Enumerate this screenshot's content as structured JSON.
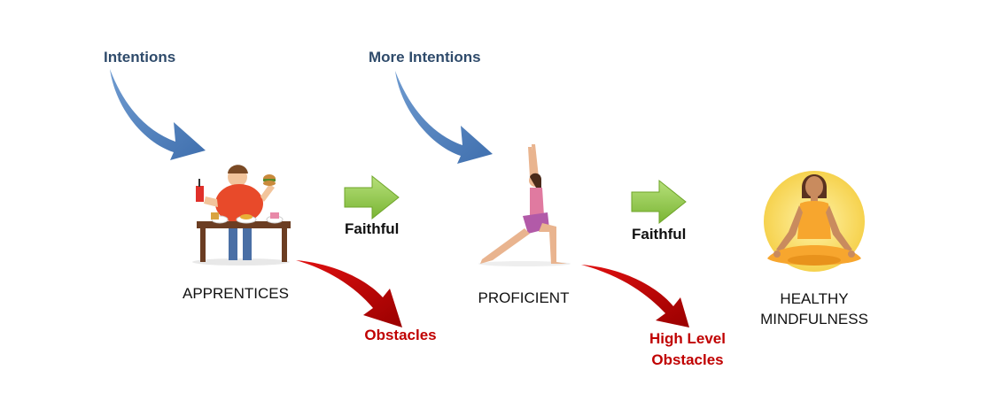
{
  "intentions": {
    "first": "Intentions",
    "second": "More Intentions"
  },
  "stages": {
    "apprentices": "APPRENTICES",
    "proficient": "PROFICIENT",
    "healthy_line1": "HEALTHY",
    "healthy_line2": "MINDFULNESS"
  },
  "transitions": {
    "faithful_1": "Faithful",
    "faithful_2": "Faithful"
  },
  "obstacles": {
    "first": "Obstacles",
    "second_line1": "High Level",
    "second_line2": "Obstacles"
  },
  "colors": {
    "intention_arrow": "#4f81bd",
    "faithful_arrow": "#8dc63f",
    "obstacle_arrow": "#c00000",
    "label_blue": "#2f4b6b",
    "label_red": "#c00000",
    "aura": "#f9e27a"
  },
  "icons": {
    "apprentice": "person-eating-at-table-icon",
    "proficient": "yoga-warrior-pose-icon",
    "mindfulness": "meditating-person-icon"
  }
}
